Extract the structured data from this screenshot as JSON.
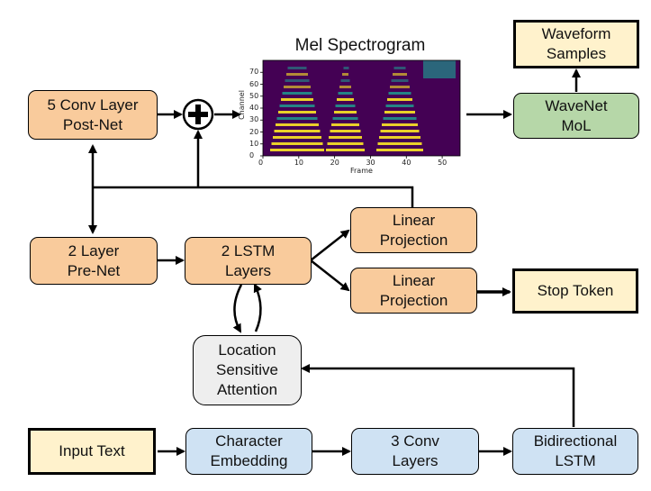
{
  "nodes": {
    "postnet": "5 Conv Layer\nPost-Net",
    "prenet": "2 Layer\nPre-Net",
    "lstm": "2 LSTM\nLayers",
    "linear_top": "Linear\nProjection",
    "linear_bottom": "Linear\nProjection",
    "stop_token": "Stop Token",
    "attention": "Location\nSensitive\nAttention",
    "input_text": "Input Text",
    "char_embed": "Character\nEmbedding",
    "conv3": "3 Conv\nLayers",
    "bilstm": "Bidirectional\nLSTM",
    "wavenet": "WaveNet\nMoL",
    "waveform": "Waveform\nSamples"
  },
  "spectrogram": {
    "title": "Mel Spectrogram",
    "xlabel": "Frame",
    "ylabel": "Channel",
    "x_ticks": [
      "0",
      "10",
      "20",
      "30",
      "40",
      "50"
    ],
    "y_ticks": [
      "0",
      "10",
      "20",
      "30",
      "40",
      "50",
      "60",
      "70"
    ],
    "colors": {
      "low": "#440154",
      "mid": "#21918c",
      "high": "#fde725"
    }
  },
  "colors": {
    "orange": "#f9cb9c",
    "blue": "#cfe2f3",
    "green": "#b6d7a8",
    "gray": "#eeeeee",
    "yellow": "#fff2cc"
  }
}
